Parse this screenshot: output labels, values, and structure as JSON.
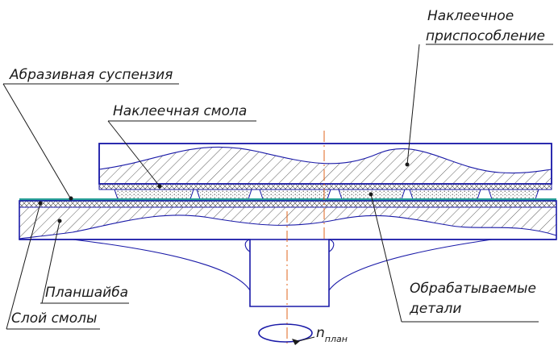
{
  "labels": {
    "fixture_line1": "Наклеечное",
    "fixture_line2": "приспособление",
    "abrasive": "Абразивная суспензия",
    "resin": "Наклеечная смола",
    "lap": "Планшайба",
    "resin_layer": "Слой смолы",
    "parts_line1": "Обрабатываемые",
    "parts_line2": "детали",
    "rotation_p": "n",
    "rotation_sub": "план"
  },
  "colors": {
    "outline": "#1a1aa8",
    "axis": "#e0651c",
    "abrasive_layer": "#2aa198",
    "text": "#1a1a1a"
  }
}
